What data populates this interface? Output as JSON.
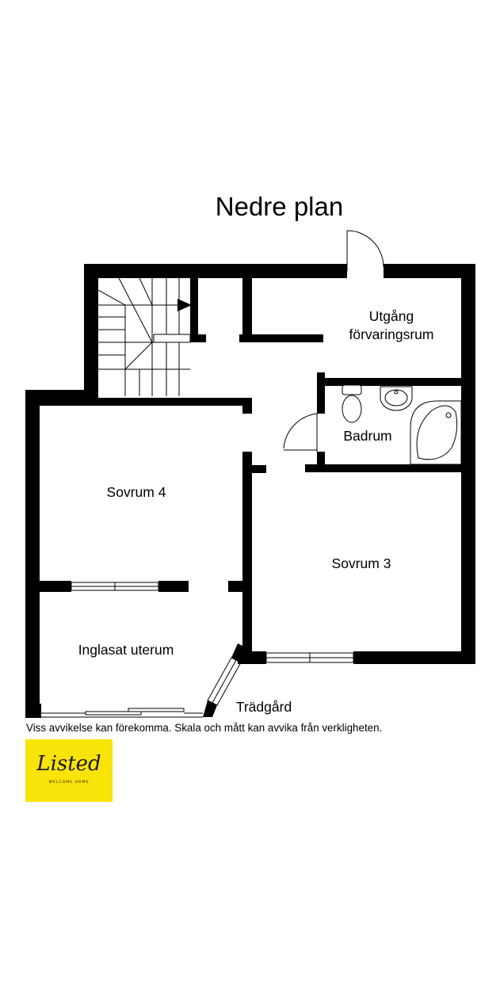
{
  "plan": {
    "title": "Nedre plan",
    "rooms": {
      "utgang_line1": "Utgång",
      "utgang_line2": "förvaringsrum",
      "badrum": "Badrum",
      "sovrum4": "Sovrum 4",
      "sovrum3": "Sovrum 3",
      "uterum": "Inglasat uterum",
      "tradgard": "Trädgård"
    }
  },
  "disclaimer": "Viss avvikelse kan förekomma. Skala och mått kan avvika från verkligheten.",
  "logo": {
    "brand": "Listed",
    "tagline": "WELCOME HOME",
    "background": "#f9e40a"
  }
}
